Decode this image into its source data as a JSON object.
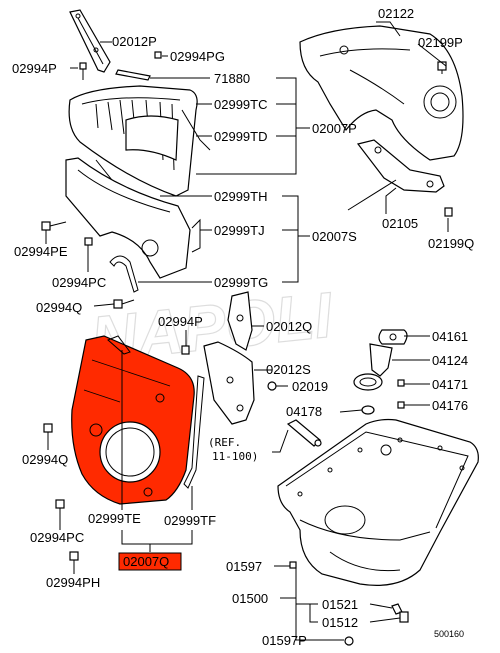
{
  "labels": {
    "p02012P": "02012P",
    "p02994PG": "02994PG",
    "p02994P_top": "02994P",
    "p71880": "71880",
    "p02999TC": "02999TC",
    "p02999TD": "02999TD",
    "p02007P": "02007P",
    "p02122": "02122",
    "p02199P": "02199P",
    "p02999TH": "02999TH",
    "p02999TJ": "02999TJ",
    "p02007S": "02007S",
    "p02994PE": "02994PE",
    "p02994PC_mid": "02994PC",
    "p02999TG": "02999TG",
    "p02105": "02105",
    "p02199Q": "02199Q",
    "p02994Q_mid": "02994Q",
    "p02994P_mid": "02994P",
    "p02012Q": "02012Q",
    "p04161": "04161",
    "p04124": "04124",
    "p02012S": "02012S",
    "p02019": "02019",
    "p04171": "04171",
    "p04178": "04178",
    "p04176": "04176",
    "ref_line1": "(REF.",
    "ref_line2": "11-100)",
    "p02994Q_low": "02994Q",
    "p02999TE": "02999TE",
    "p02999TF": "02999TF",
    "p02994PC_low": "02994PC",
    "p02007Q": "02007Q",
    "p02994PH": "02994PH",
    "p01597": "01597",
    "p01500": "01500",
    "p01521": "01521",
    "p01512": "01512",
    "p01597P": "01597P",
    "diagram_id": "500160"
  },
  "watermark": "NAPOLI",
  "colors": {
    "highlight": "#ff2a00",
    "line": "#000000",
    "background": "#ffffff"
  }
}
